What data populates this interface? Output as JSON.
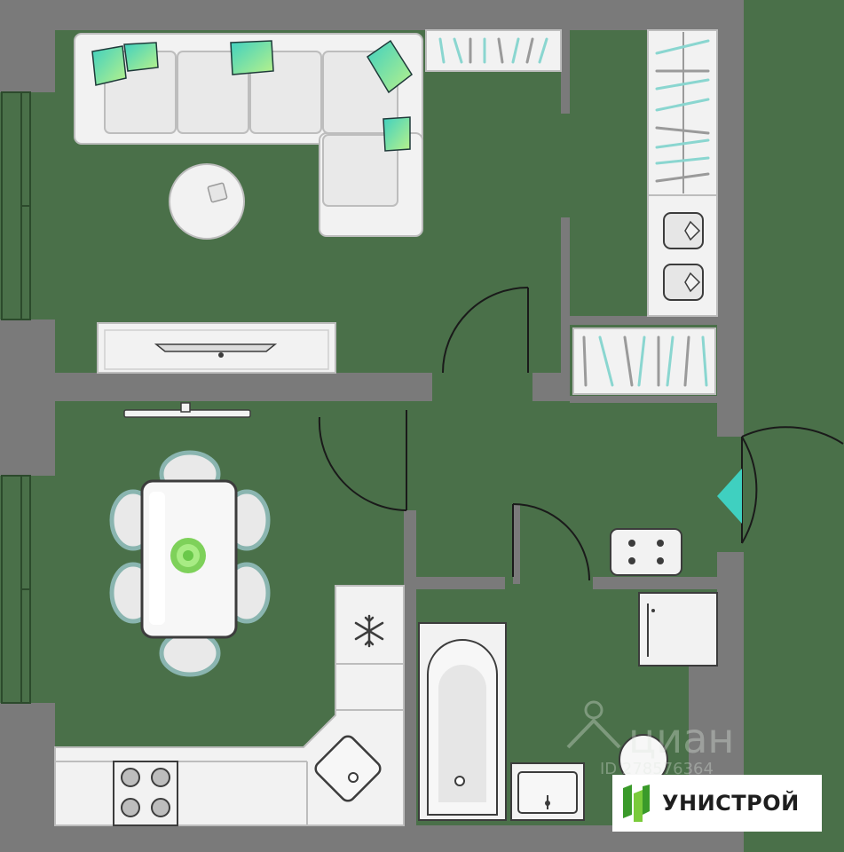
{
  "brand": {
    "name": "УНИСТРОЙ",
    "mark_color": "#3a9a2a"
  },
  "watermark": {
    "text": "циан",
    "id_text": "ID 278576364"
  },
  "colors": {
    "floor": "#4a7049",
    "wall": "#7a7a7a",
    "furniture": "#f2f2f2",
    "outline": "#3c3c3c",
    "accent": "#3fd0c0",
    "pillow_green": "#b9f28a",
    "entrance": "#3fd0c0"
  },
  "entrance_marker": "entrance-arrow-icon"
}
